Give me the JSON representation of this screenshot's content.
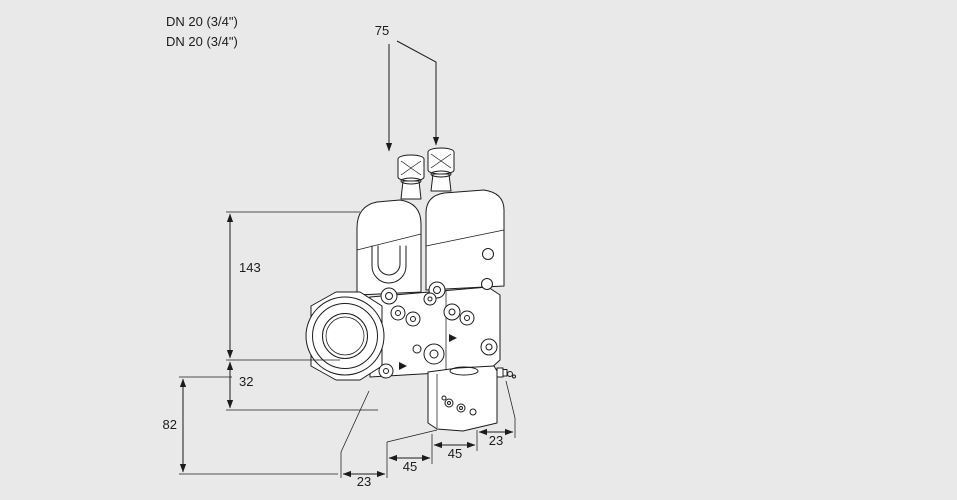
{
  "page": {
    "background": "#e9e9e9",
    "line_color": "#1c1c1c"
  },
  "drawing": {
    "title": "double-solenoid-valve-dimension-drawing",
    "port_label_top": "DN 20 (3/4\")",
    "port_label_bottom": "DN 20 (3/4\")",
    "dims": {
      "stem_spacing": "75",
      "body_height": "143",
      "center_to_bottom": "32",
      "lower_height": "82",
      "bottom_offset_left": "23",
      "bottom_width_left": "45",
      "bottom_width_right": "45",
      "bottom_offset_right": "23"
    }
  }
}
